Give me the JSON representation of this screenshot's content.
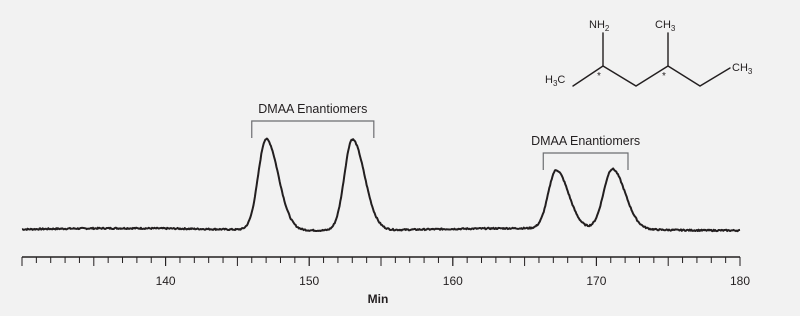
{
  "chart_data": {
    "type": "line",
    "title": "",
    "xlabel": "Min",
    "ylabel": "",
    "xlim": [
      130,
      180
    ],
    "ylim": [
      0,
      100
    ],
    "grid": false,
    "x_ticks": [
      140,
      150,
      160,
      170,
      180
    ],
    "baseline": 4,
    "peaks": [
      {
        "x": 147.0,
        "height": 100,
        "width_rise": 0.55,
        "width_fall": 0.85
      },
      {
        "x": 153.0,
        "height": 100,
        "width_rise": 0.55,
        "width_fall": 0.85
      },
      {
        "x": 167.2,
        "height": 64,
        "width_rise": 0.55,
        "width_fall": 0.85
      },
      {
        "x": 171.1,
        "height": 66,
        "width_rise": 0.6,
        "width_fall": 0.9
      }
    ],
    "annotations": [
      {
        "label": "DMAA Enantiomers",
        "x_start": 146.0,
        "x_end": 154.5
      },
      {
        "label": "DMAA Enantiomers",
        "x_start": 166.3,
        "x_end": 172.2
      }
    ]
  },
  "structure": {
    "groups": [
      {
        "main": "NH",
        "sub": "2"
      },
      {
        "main": "CH",
        "sub": "3"
      },
      {
        "main": "H",
        "sub": "3",
        "tail": "C"
      },
      {
        "main": "CH",
        "sub": "3"
      }
    ],
    "stereocenter_mark": "*"
  }
}
